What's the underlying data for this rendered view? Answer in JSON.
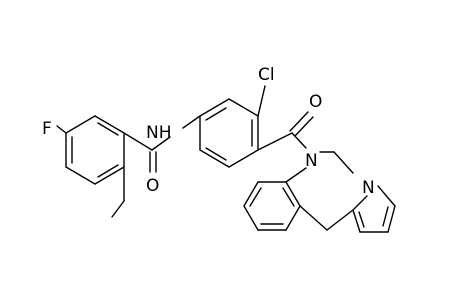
{
  "molecule": {
    "atom_labels": {
      "fluorine": "F",
      "chlorine": "Cl",
      "amide_nitrogen": "NH",
      "amide_oxygen": "O",
      "ketone_oxygen": "O",
      "ring_nitrogen": "N",
      "pyrrole_nitrogen": "N"
    },
    "colors": {
      "bond": "#000000",
      "label": "#000000",
      "background": "#ffffff"
    }
  }
}
